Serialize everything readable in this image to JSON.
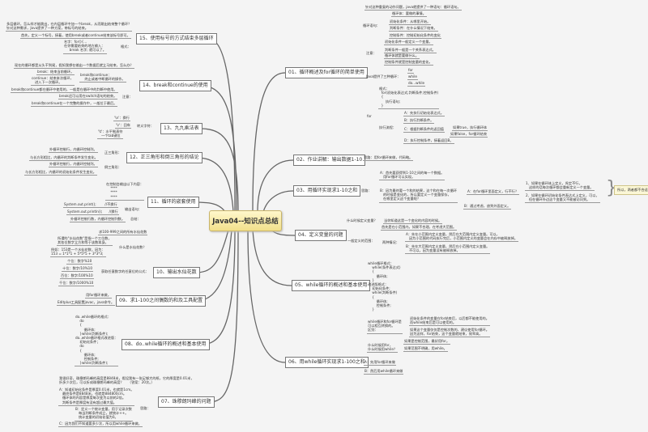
{
  "title": "Java04--知识点总结",
  "branches": {
    "b01": {
      "label": "01、循环概述及for循环的简单使用",
      "leaves": [
        "针对这种重复的动作问题，java就提供了一种语句：循环语句。",
        "循环语句：",
        "循环体：要做的事情。",
        "初始化条件：从哪里开始。",
        "判断条件：在什么情况下结束。",
        "控制条件：控制初始化条件的变化",
        "注意：",
        "初始化条件一般定义一个变量。",
        "判断条件一般是一个关系表达式。",
        "循环体就是要做什么。",
        "控制条件就是控制变量的变化。",
        "Java提供了三种循环：",
        "for",
        "while",
        "do...while",
        "for",
        "格式：\n  for(初始化表达式;判断条件;控制条件)\n  {\n      执行语句;\n  }",
        "执行流程：",
        "A：先执行初始化表达式。",
        "B：执行判断条件。",
        "C：根据判断条件的返回值",
        "如果true，执行循环体",
        "如果false，for循环结束",
        "D：执行控制条件，接着返回B。"
      ]
    },
    "b02": {
      "label": "02、作业讲解：输出数据1-10",
      "leaves": [
        "思路：用for循环来做，代码略。"
      ]
    },
    "b03": {
      "label": "03、用循环实现求1-10之和",
      "leaves": [
        "思路：",
        "A：首先要获得到1-10之间的每一个数据。\n   用for循环可以实现。",
        "B：因为最终要一个和的结果，这个和在每一次循环\n   的时候是变化的，所以要定义一个变量保存，\n   在哪里定义这个变量呢？",
        "A：在for循环里面定义，行不行？",
        "1、如果在循环体上定义，肯定不行，\n   这样的话每次循环都会重新定义一个变量。",
        "2、如果在循环初始化条件表达式上定义，可以，\n   但在循环外边这个变量又不能被访问到。",
        "B：通过考虑，放到外面定义。",
        "所以，两者都不合适。"
      ]
    },
    "b04": {
      "label": "04、定义变量的问题",
      "leaves": [
        "什么时候定义变量？",
        "当你知道这是一个变化的内容的时候。",
        "一般定义的范围：",
        "首先是在小范围内，如果不合理，在考虑大范围。",
        "两种情况：",
        "A：先在小范围内定义变量，然后在大范围内定义变量。可以，\n   因为小范围的代码执行完后，小范围内定义的变量会在内存中被释放掉。",
        "B：先在大范围内定义变量，然后在小范围内定义变量。\n   不可以，因为变量没有被释放掉。"
      ]
    },
    "b05": {
      "label": "05、while循环的概述和基本使用",
      "leaves": [
        "while循环格式：\n    while(条件表达式)\n    {\n        循环体;\n    }\n改进版格式：\n    初始化条件;\n    while(判断条件)\n    {\n        循环体;\n        控制条件;\n    }",
        "while循环和for循环是\n可以相互转换的。\n区别：",
        "初始化条件的变量在for结束后，以后都不能使用的。\n而while结束后是可以使用的。",
        "如果这个变量仅仅是控制次数的，建议使用for循环。\n因为这样，for结束，这个变量就结束，效率高。",
        "什么时候用for，\n什么时候用while？",
        "如果是控制范围，最好用for。",
        "如果范围不明确，用while。"
      ]
    },
    "b06": {
      "label": "06、用while循环实现求1-100之和",
      "leaves": [
        "A：先用for循环来做",
        "B：然后用while循环来做"
      ]
    },
    "b07": {
      "label": "07、珠穆朗玛峰的问题",
      "leaves": [
        "我很好奇，珠穆朗玛峰的高度是8848米，假设我有一张足够大的纸，它的厚度是0.01米，\n折多少次后，可以折成珠穆朗玛峰的高度？    （答案：20次。）",
        "思路：",
        "A：知道初始化条件是厚度0.01米，也就是1cm。\n   最终条件是8848米，也就是884800cm。\n   循环体的内容是厚度每次变为以前的2倍。\n   判断条件是厚度有没有超过最大值。",
        "B：定义一个统计变量，用于记录次数\n   每当判断条件成立，就统计++。\n   统计变量的初始化值为0。",
        "C：因为我们不知道要多少次，所以用while循环来做。"
      ]
    },
    "b08": {
      "label": "08、do..while循环的概述和基本使用",
      "leaves": [
        "do..while循环的格式：\n    do\n    {\n        循环体;\n    }while(判断条件);\ndo..while循环格式改进版：\n    初始化条件；\n    do\n    {\n        循环体;\n        控制条件;\n    }while(判断条件);"
      ]
    },
    "b09": {
      "label": "09、求1-100之间偶数的和及工具配置",
      "leaves": [
        "用for循环来做。",
        "Editplus工具配置javac，java命令。"
      ]
    },
    "b10": {
      "label": "10、输出水仙花数",
      "leaves": [
        "求100-999之间的所有水仙花数",
        "什么是水仙花数？",
        "所谓的\"水仙花数\"是指一个三位数，\n其各位数字立方和等于该数本身。",
        "例如：153是一个水仙花数，因为：\n153 = 1*1*1 + 5*5*5 + 3*3*3;",
        "获取任意数字的任意位的公式：",
        "个位：数字%10",
        "十位：数字/10%10",
        "百位：数字/100%10",
        "千位：数字/1000%10"
      ]
    },
    "b11": {
      "label": "11、循环的嵌套使用",
      "leaves": [
        "在控制台输出以下内容：\n    ****\n    ****\n    ****",
        "输出语句：",
        "System.out.print();        //不换行",
        "System.out.println();      //换行",
        "总结：",
        "外循环控制行数，内循环控制列数。"
      ]
    },
    "b12": {
      "label": "12、正三角形和倒三角形的结论",
      "leaves": [
        "正三角形：",
        "外循环控制行，内循环控制列。",
        "与长方形相比，内循环的判断条件发生变化。",
        "倒三角形：",
        "外循环控制行，内循环控制列。",
        "与长方形相比，内循环的初始化条件发生变化。"
      ]
    },
    "b13": {
      "label": "13、九九乘法表",
      "leaves": [
        "转义字符：",
        "'\\n'：换行",
        "'\\r'：回车",
        "'\\t'：水平制表符\n   一个tab键位"
      ]
    },
    "b14": {
      "label": "14、break和continue的使用",
      "leaves": [
        "现在的循环都是从头干到尾，假如我想在输出一个数据后就立马结束，怎么办？",
        "break和continue：\n    终止或者中断循环的操作。",
        "break：结束当前循环。",
        "continue：结束本次循环，\n   进入下一次循环。",
        "break和continue都在循环中使用的，一般是在循环中的判断中使用。",
        "注意：",
        "break还可以用在switch语句的结束。",
        "break和continue在一个完整的操作中，一般位于最后。"
      ]
    },
    "b15": {
      "label": "15、使用标号的方式结束多层循环",
      "leaves": [
        "多层循环，怎么样才能跳出，在内层循环中加一个break，从而跳出结束整个循环？\n针对这种需求，Java提供了一种方案，带标号的结束。",
        "首先，定义一个标号，接着，使用break或者continue结束该标号即可。",
        "格式：",
        "名字：for(){...\n在你需要结束的地方输入：\n     break 名字; 就可以了。"
      ]
    }
  }
}
